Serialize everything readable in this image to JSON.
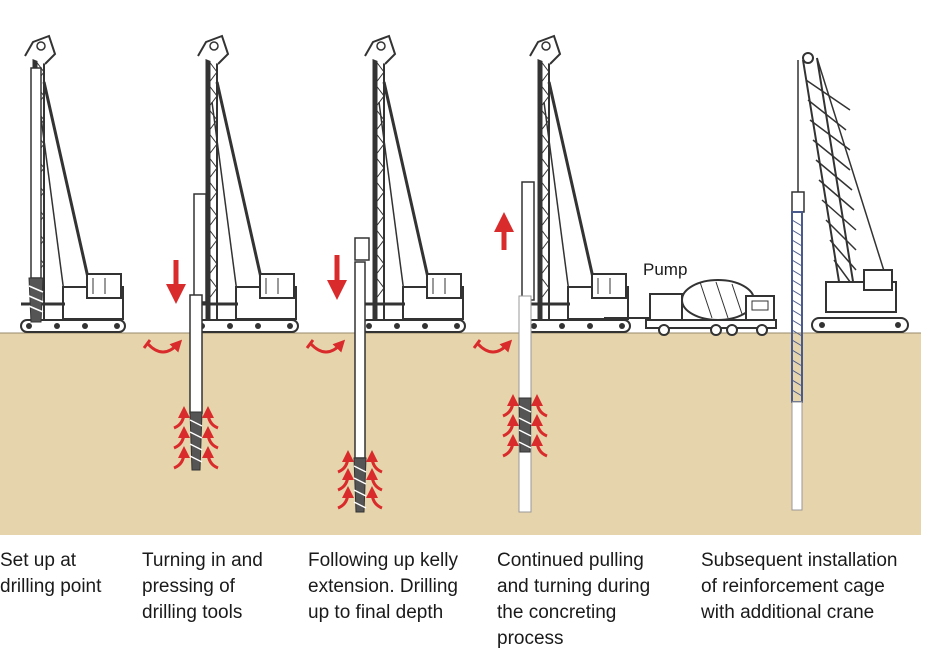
{
  "colors": {
    "ground": "#e6d4ac",
    "machine": "#333333",
    "arrow": "#d92b2b",
    "cage": "#4a5a8a"
  },
  "pump_label": "Pump",
  "captions": [
    "Set up at\ndrilling point",
    "Turning in and\npressing of\ndrilling tools",
    "Following up kelly\nextension. Drilling\nup to final depth",
    "Continued pulling\nand turning during\nthe concreting\nprocess",
    "Subsequent installation\nof reinforcement cage\nwith additional crane"
  ]
}
